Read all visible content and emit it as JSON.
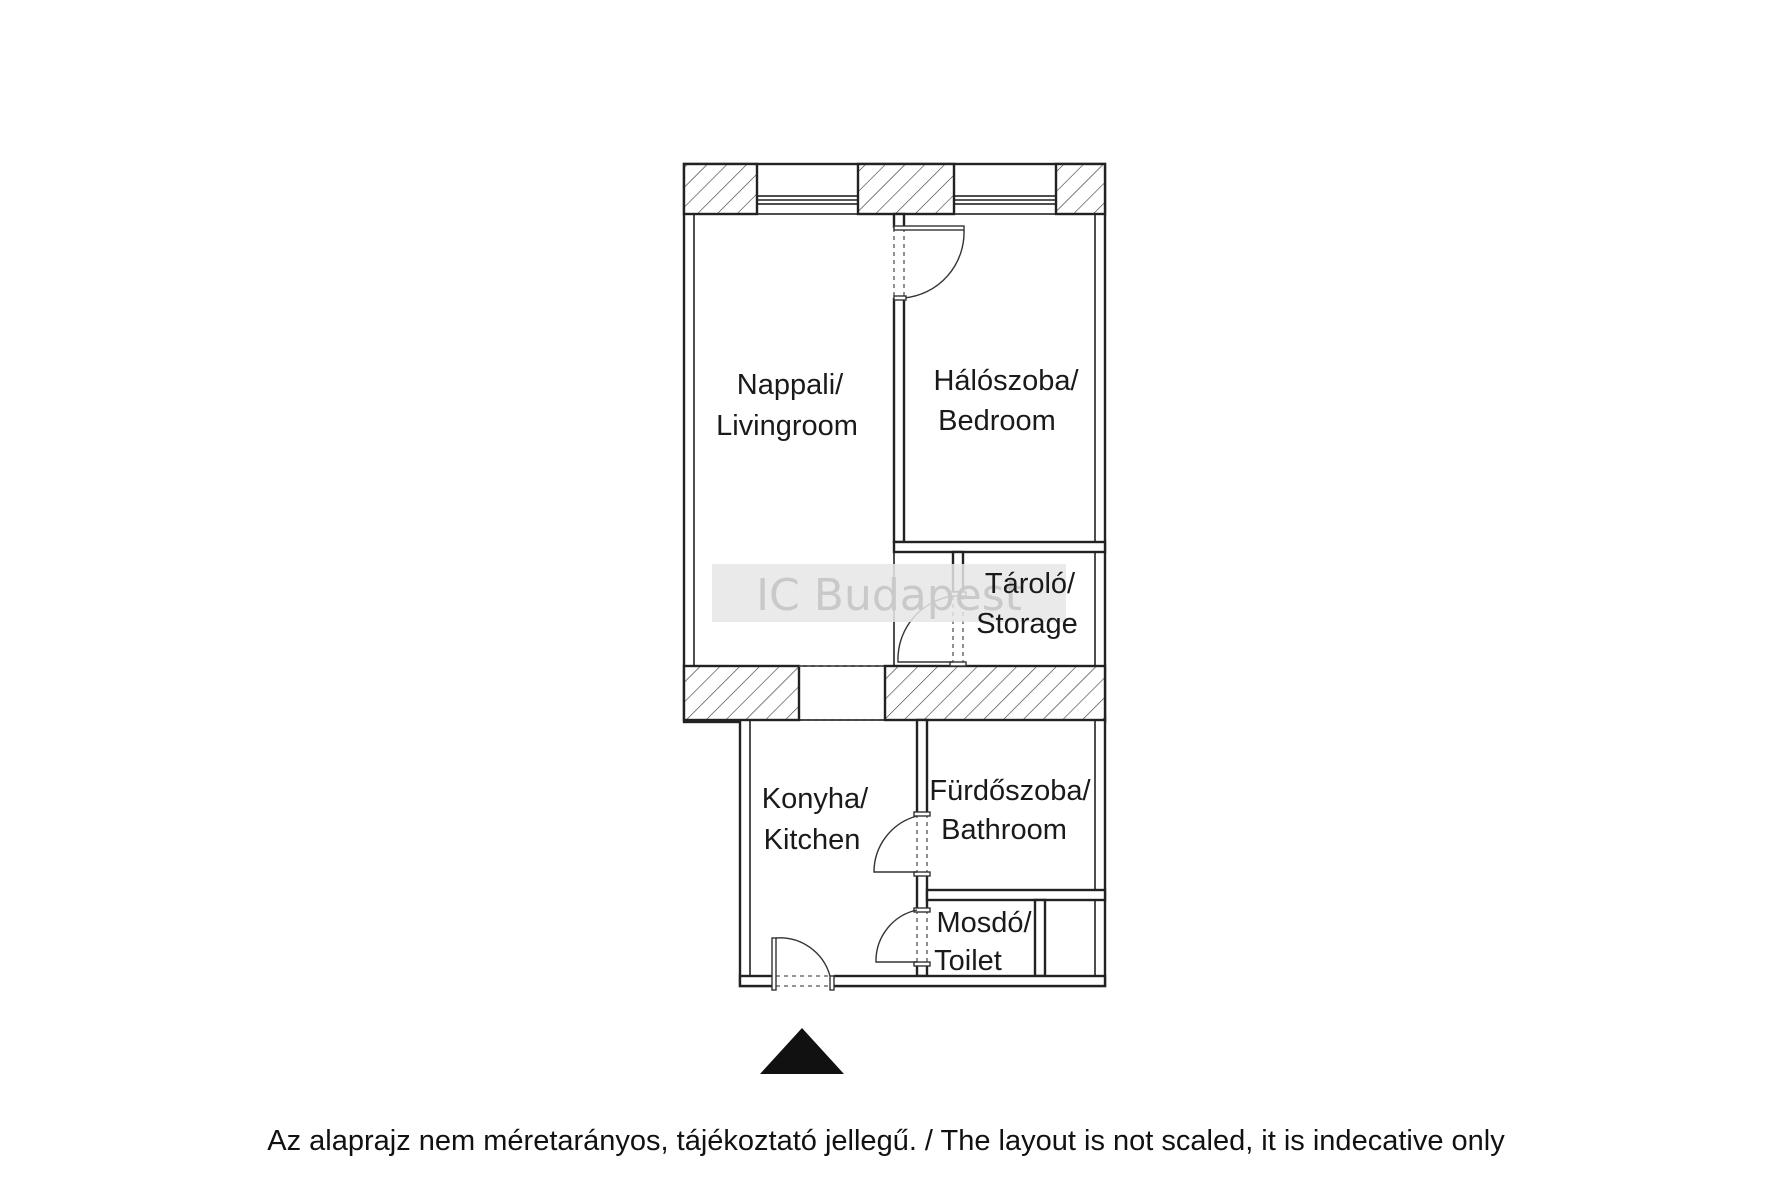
{
  "rooms": {
    "living": {
      "hu": "Nappali/",
      "en": "Livingroom"
    },
    "bedroom": {
      "hu": "Hálószoba/",
      "en": "Bedroom"
    },
    "storage": {
      "hu": "Tároló/",
      "en": "Storage"
    },
    "kitchen": {
      "hu": "Konyha/",
      "en": "Kitchen"
    },
    "bathroom": {
      "hu": "Fürdőszoba/",
      "en": "Bathroom"
    },
    "toilet": {
      "hu": "Mosdó/",
      "en": "Toilet"
    }
  },
  "watermark": "IC Budapest",
  "disclaimer": "Az alaprajz nem méretarányos, tájékoztató jellegű. / The layout is not scaled, it is indecative only",
  "colors": {
    "wall_stroke": "#222222",
    "watermark_band": "#e6e6e6",
    "entrance_marker": "#111111"
  },
  "icons": {
    "entrance": "entrance-arrow-icon"
  }
}
